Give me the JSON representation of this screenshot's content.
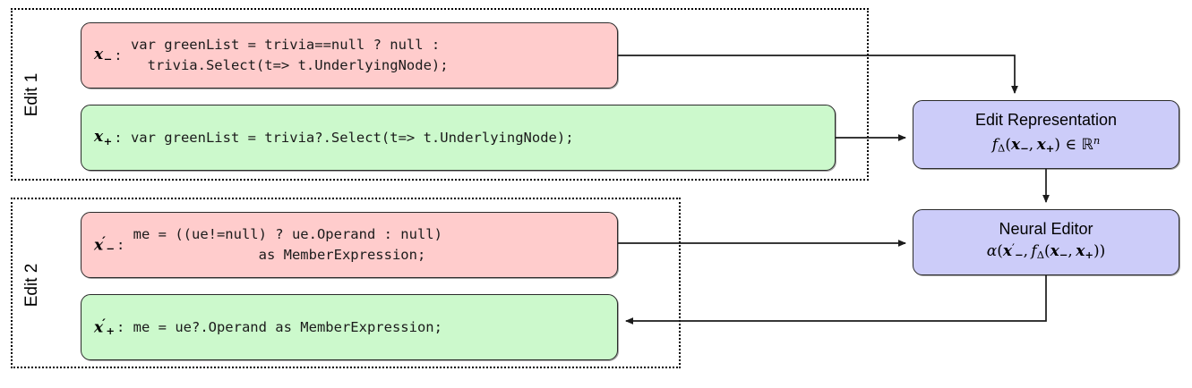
{
  "figure": {
    "groups": [
      {
        "label": "Edit 1"
      },
      {
        "label": "Edit 2"
      }
    ],
    "code_boxes": [
      {
        "id": "x-minus",
        "kind": "removed",
        "var_base": "x",
        "var_sub": "−",
        "var_prime": "",
        "separator": ":",
        "lines": [
          "var greenList = trivia==null ? null :",
          "   trivia.Select(t=> t.UnderlyingNode);"
        ]
      },
      {
        "id": "x-plus",
        "kind": "added",
        "var_base": "x",
        "var_sub": "+",
        "var_prime": "",
        "separator": ":",
        "lines": [
          "var greenList = trivia?.Select(t=> t.UnderlyingNode);"
        ]
      },
      {
        "id": "xp-minus",
        "kind": "removed",
        "var_base": "x",
        "var_sub": "−",
        "var_prime": "′",
        "separator": ":",
        "lines": [
          "me = ((ue!=null) ? ue.Operand : null)",
          "                as MemberExpression;"
        ]
      },
      {
        "id": "xp-plus",
        "kind": "added",
        "var_base": "x",
        "var_sub": "+",
        "var_prime": "′",
        "separator": ":",
        "lines": [
          "me = ue?.Operand as MemberExpression;"
        ]
      }
    ],
    "model_boxes": [
      {
        "id": "edit-rep",
        "title": "Edit Representation",
        "formula_plain": "fΔ(x−, x+) ∈ ℝⁿ"
      },
      {
        "id": "neural-editor",
        "title": "Neural Editor",
        "formula_plain": "α(x′−, fΔ(x−, x+))"
      }
    ],
    "colors": {
      "removed_fill": "#ffcccc",
      "added_fill": "#ccf9cc",
      "model_fill": "#ccccf9",
      "stroke": "#2b2b2b",
      "group_border": "#000000",
      "background": "#ffffff"
    }
  }
}
